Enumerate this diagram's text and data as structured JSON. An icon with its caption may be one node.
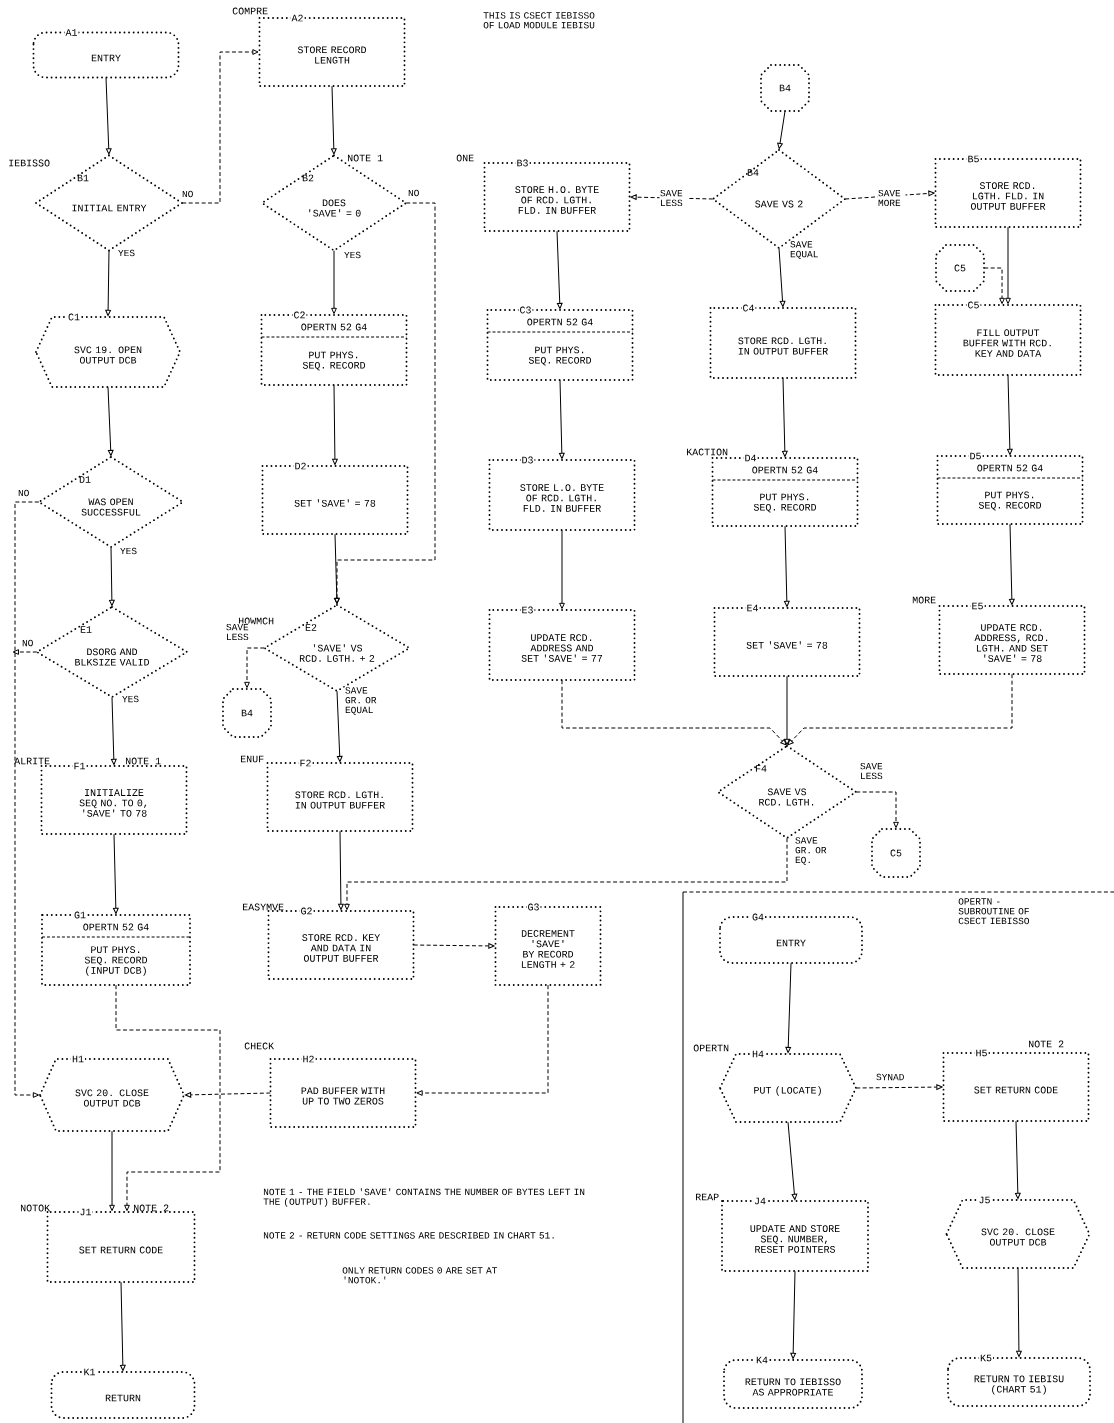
{
  "diagram": {
    "title": "THIS IS CSECT IEBISSO OF LOAD MODULE IEBISU",
    "nodes": [
      {
        "text": [
          "A1",
          "ENTRY"
        ]
      },
      {
        "text": [
          "A2",
          "STORE RECORD LENGTH"
        ],
        "beside": [
          "COMPRE"
        ]
      },
      {
        "text": [
          "B1",
          "INITIAL ENTRY"
        ],
        "beside": [
          "IEBISSO"
        ]
      },
      {
        "text": [
          "B2",
          "DOES 'SAVE' = 0"
        ],
        "beside": [
          "NOTE 1"
        ]
      },
      {
        "text": [
          "B3",
          "STORE H.O. BYTE OF RCD. LGTH. FLD. IN BUFFER"
        ],
        "beside": [
          "ONE"
        ]
      },
      {
        "text": [
          "B4"
        ]
      },
      {
        "text": [
          "B4",
          "SAVE VS 2"
        ]
      },
      {
        "text": [
          "B5",
          "STORE RCD. LGTH. FLD. IN OUTPUT BUFFER"
        ]
      },
      {
        "text": [
          "C1",
          "SVC 19. OPEN OUTPUT DCB"
        ]
      },
      {
        "text": [
          "C2",
          "OPERTN 52 G4",
          "PUT PHYS. SEQ. RECORD"
        ]
      },
      {
        "text": [
          "C3",
          "OPERTN 52 G4",
          "PUT PHYS. SEQ. RECORD"
        ]
      },
      {
        "text": [
          "C4",
          "STORE RCD. LGTH. IN OUTPUT BUFFER"
        ]
      },
      {
        "text": [
          "C5"
        ]
      },
      {
        "text": [
          "C5",
          "FILL OUTPUT BUFFER WITH RCD. KEY AND DATA"
        ]
      },
      {
        "text": [
          "D1",
          "WAS OPEN SUCCESSFUL"
        ]
      },
      {
        "text": [
          "D2",
          "SET 'SAVE' = 78"
        ]
      },
      {
        "text": [
          "D3",
          "STORE L.O. BYTE OF RCD. LGTH. FLD. IN BUFFER"
        ]
      },
      {
        "text": [
          "D4",
          "OPERTN 52 G4",
          "PUT PHYS. SEQ. RECORD"
        ],
        "beside": [
          "KACTION"
        ]
      },
      {
        "text": [
          "D5",
          "OPERTN 52 G4",
          "PUT PHYS. SEQ. RECORD"
        ]
      },
      {
        "text": [
          "E1",
          "DSORG AND BLKSIZE VALID"
        ]
      },
      {
        "text": [
          "E2",
          "'SAVE' VS RCD. LGTH. + 2"
        ],
        "beside": [
          "HOWMCH"
        ]
      },
      {
        "text": [
          "E3",
          "UPDATE RCD. ADDRESS AND SET 'SAVE' = 77"
        ]
      },
      {
        "text": [
          "E4",
          "SET 'SAVE' = 78"
        ]
      },
      {
        "text": [
          "E5",
          "UPDATE RCD. ADDRESS, RCD. LGTH. AND SET 'SAVE' = 78"
        ],
        "beside": [
          "MORE"
        ]
      },
      {
        "text": [
          "B4"
        ]
      },
      {
        "text": [
          "F1",
          "INITIALIZE SEQ NO. TO 0, 'SAVE' TO 78"
        ],
        "beside": [
          "ALRITE",
          "NOTE 1"
        ]
      },
      {
        "text": [
          "F2",
          "STORE RCD. LGTH. IN OUTPUT BUFFER"
        ],
        "beside": [
          "ENUF"
        ]
      },
      {
        "text": [
          "F4",
          "SAVE VS RCD. LGTH."
        ]
      },
      {
        "text": [
          "C5"
        ]
      },
      {
        "text": [
          "G1",
          "OPERTN 52 G4",
          "PUT PHYS. SEQ. RECORD (INPUT DCB)"
        ]
      },
      {
        "text": [
          "G2",
          "STORE RCD. KEY AND DATA IN OUTPUT BUFFER"
        ],
        "beside": [
          "EASYMVE"
        ]
      },
      {
        "text": [
          "G3",
          "DECREMENT 'SAVE' BY RECORD LENGTH + 2"
        ]
      },
      {
        "text": [
          "G4",
          "ENTRY"
        ]
      },
      {
        "text": [
          "H1",
          "SVC 20. CLOSE OUTPUT DCB"
        ]
      },
      {
        "text": [
          "H2",
          "PAD BUFFER WITH UP TO TWO ZEROS"
        ],
        "beside": [
          "CHECK"
        ]
      },
      {
        "text": [
          "H4",
          "PUT (LOCATE)"
        ],
        "beside": [
          "OPERTN"
        ]
      },
      {
        "text": [
          "H5",
          "SET RETURN CODE"
        ],
        "beside": [
          "NOTE 2"
        ]
      },
      {
        "text": [
          "J1",
          "SET RETURN CODE"
        ],
        "beside": [
          "NOTOK",
          "NOTE 2"
        ]
      },
      {
        "text": [
          "J4",
          "UPDATE AND STORE SEQ. NUMBER, RESET POINTERS"
        ],
        "beside": [
          "REAP"
        ]
      },
      {
        "text": [
          "J5",
          "SVC 20. CLOSE OUTPUT DCB"
        ]
      },
      {
        "text": [
          "K1",
          "RETURN"
        ]
      },
      {
        "text": [
          "K4",
          "RETURN TO IEBISSO AS APPROPRIATE"
        ]
      },
      {
        "text": [
          "K5",
          "RETURN TO IEBISU (CHART 51)"
        ]
      }
    ],
    "edges": [
      {
        "from": 0,
        "to": 2,
        "arrow": "to"
      },
      {
        "from": 2,
        "to": 1,
        "arrow": "to",
        "label": "NO",
        "style": "dashed"
      },
      {
        "from": 2,
        "to": 8,
        "arrow": "to",
        "label": "YES"
      },
      {
        "from": 1,
        "to": 3,
        "arrow": "to"
      },
      {
        "from": 3,
        "to": 9,
        "arrow": "to",
        "label": "YES"
      },
      {
        "from": 3,
        "to": 20,
        "arrow": "to",
        "label": "NO",
        "style": "dashed"
      },
      {
        "from": 9,
        "to": 15,
        "arrow": "to"
      },
      {
        "from": 15,
        "to": 20,
        "arrow": "to"
      },
      {
        "from": 5,
        "to": 6,
        "arrow": "to"
      },
      {
        "from": 6,
        "to": 4,
        "arrow": "to",
        "label": "SAVE LESS",
        "style": "dashed"
      },
      {
        "from": 6,
        "to": 7,
        "arrow": "to",
        "label": "SAVE MORE",
        "style": "dashed"
      },
      {
        "from": 6,
        "to": 11,
        "arrow": "to",
        "label": "SAVE EQUAL"
      },
      {
        "from": 4,
        "to": 10,
        "arrow": "to"
      },
      {
        "from": 10,
        "to": 16,
        "arrow": "to"
      },
      {
        "from": 16,
        "to": 21,
        "arrow": "to"
      },
      {
        "from": 21,
        "to": 27,
        "arrow": "to",
        "style": "dashed"
      },
      {
        "from": 11,
        "to": 17,
        "arrow": "to"
      },
      {
        "from": 17,
        "to": 22,
        "arrow": "to"
      },
      {
        "from": 22,
        "to": 27,
        "arrow": "to"
      },
      {
        "from": 7,
        "to": 13,
        "arrow": "to"
      },
      {
        "from": 12,
        "to": 13,
        "arrow": "to",
        "style": "dashed"
      },
      {
        "from": 13,
        "to": 18,
        "arrow": "to"
      },
      {
        "from": 18,
        "to": 23,
        "arrow": "to"
      },
      {
        "from": 23,
        "to": 27,
        "arrow": "to",
        "style": "dashed"
      },
      {
        "from": 8,
        "to": 14,
        "arrow": "to"
      },
      {
        "from": 14,
        "to": 33,
        "arrow": "to",
        "label": "NO",
        "style": "dashed"
      },
      {
        "from": 14,
        "to": 19,
        "arrow": "to",
        "label": "YES"
      },
      {
        "from": 19,
        "to": null,
        "arrow": "to",
        "label": "NO",
        "style": "dashed"
      },
      {
        "from": 19,
        "to": 25,
        "arrow": "to",
        "label": "YES"
      },
      {
        "from": 20,
        "to": 24,
        "arrow": "to",
        "label": "SAVE LESS",
        "style": "dashed"
      },
      {
        "from": 20,
        "to": 26,
        "arrow": "to",
        "label": "SAVE GR. OR EQUAL"
      },
      {
        "from": 25,
        "to": 29,
        "arrow": "to"
      },
      {
        "from": 29,
        "to": 37,
        "arrow": "to",
        "style": "dashed"
      },
      {
        "from": 33,
        "to": 37,
        "arrow": "to"
      },
      {
        "from": 26,
        "to": 30,
        "arrow": "to"
      },
      {
        "from": 27,
        "to": 30,
        "arrow": "to",
        "label": "SAVE GR. OR EQ.",
        "style": "dashed"
      },
      {
        "from": 27,
        "to": 28,
        "arrow": "to",
        "label": "SAVE LESS",
        "style": "dashed"
      },
      {
        "from": 30,
        "to": 31,
        "arrow": "to",
        "style": "dashed"
      },
      {
        "from": 31,
        "to": 34,
        "arrow": "to",
        "style": "dashed"
      },
      {
        "from": 34,
        "to": 33,
        "arrow": "to",
        "style": "dashed"
      },
      {
        "from": 32,
        "to": 35,
        "arrow": "to"
      },
      {
        "from": 35,
        "to": 36,
        "arrow": "to",
        "label": "SYNAD",
        "style": "dashed"
      },
      {
        "from": 35,
        "to": 38,
        "arrow": "to"
      },
      {
        "from": 38,
        "to": 41,
        "arrow": "to"
      },
      {
        "from": 36,
        "to": 39,
        "arrow": "to"
      },
      {
        "from": 39,
        "to": 42,
        "arrow": "to"
      },
      {
        "from": 37,
        "to": 40,
        "arrow": "to"
      }
    ],
    "labels": [
      "OPERTN - SUBROUTINE OF CSECT IEBISSO",
      "NOTE 1 - THE FIELD 'SAVE' CONTAINS THE NUMBER OF BYTES LEFT IN THE (OUTPUT) BUFFER.",
      "NOTE 2 - RETURN CODE SETTINGS ARE DESCRIBED IN CHART 51.",
      "ONLY RETURN CODES 0 ARE SET AT 'NOTOK.'"
    ]
  }
}
